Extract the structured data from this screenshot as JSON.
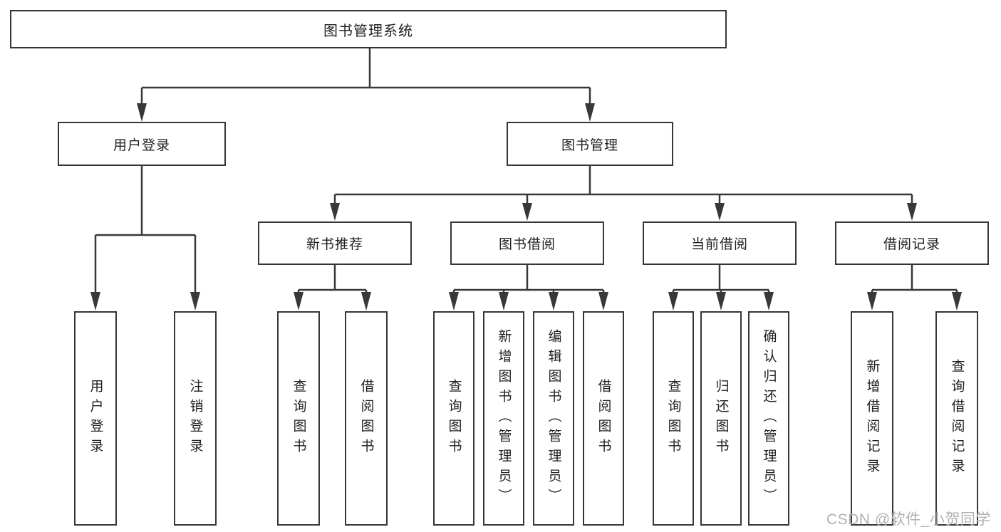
{
  "tree": {
    "root": "图书管理系统",
    "level2": {
      "login": "用户登录",
      "management": "图书管理"
    },
    "level3": {
      "recommend": "新书推荐",
      "borrow": "图书借阅",
      "current": "当前借阅",
      "records": "借阅记录"
    },
    "leaves": {
      "login": [
        "用户登录",
        "注销登录"
      ],
      "recommend": [
        "查询图书",
        "借阅图书"
      ],
      "borrow": [
        "查询图书",
        "新增图书（管理员）",
        "编辑图书（管理员）",
        "借阅图书"
      ],
      "current": [
        "查询图书",
        "归还图书",
        "确认归还（管理员）"
      ],
      "records": [
        "新增借阅记录",
        "查询借阅记录"
      ]
    }
  },
  "watermark": "CSDN @软件_小贺同学",
  "colors": {
    "line": "#383838",
    "box_border": "#363636",
    "text": "#1f1f1f",
    "watermark": "#a8a8a8",
    "background": "#ffffff"
  }
}
